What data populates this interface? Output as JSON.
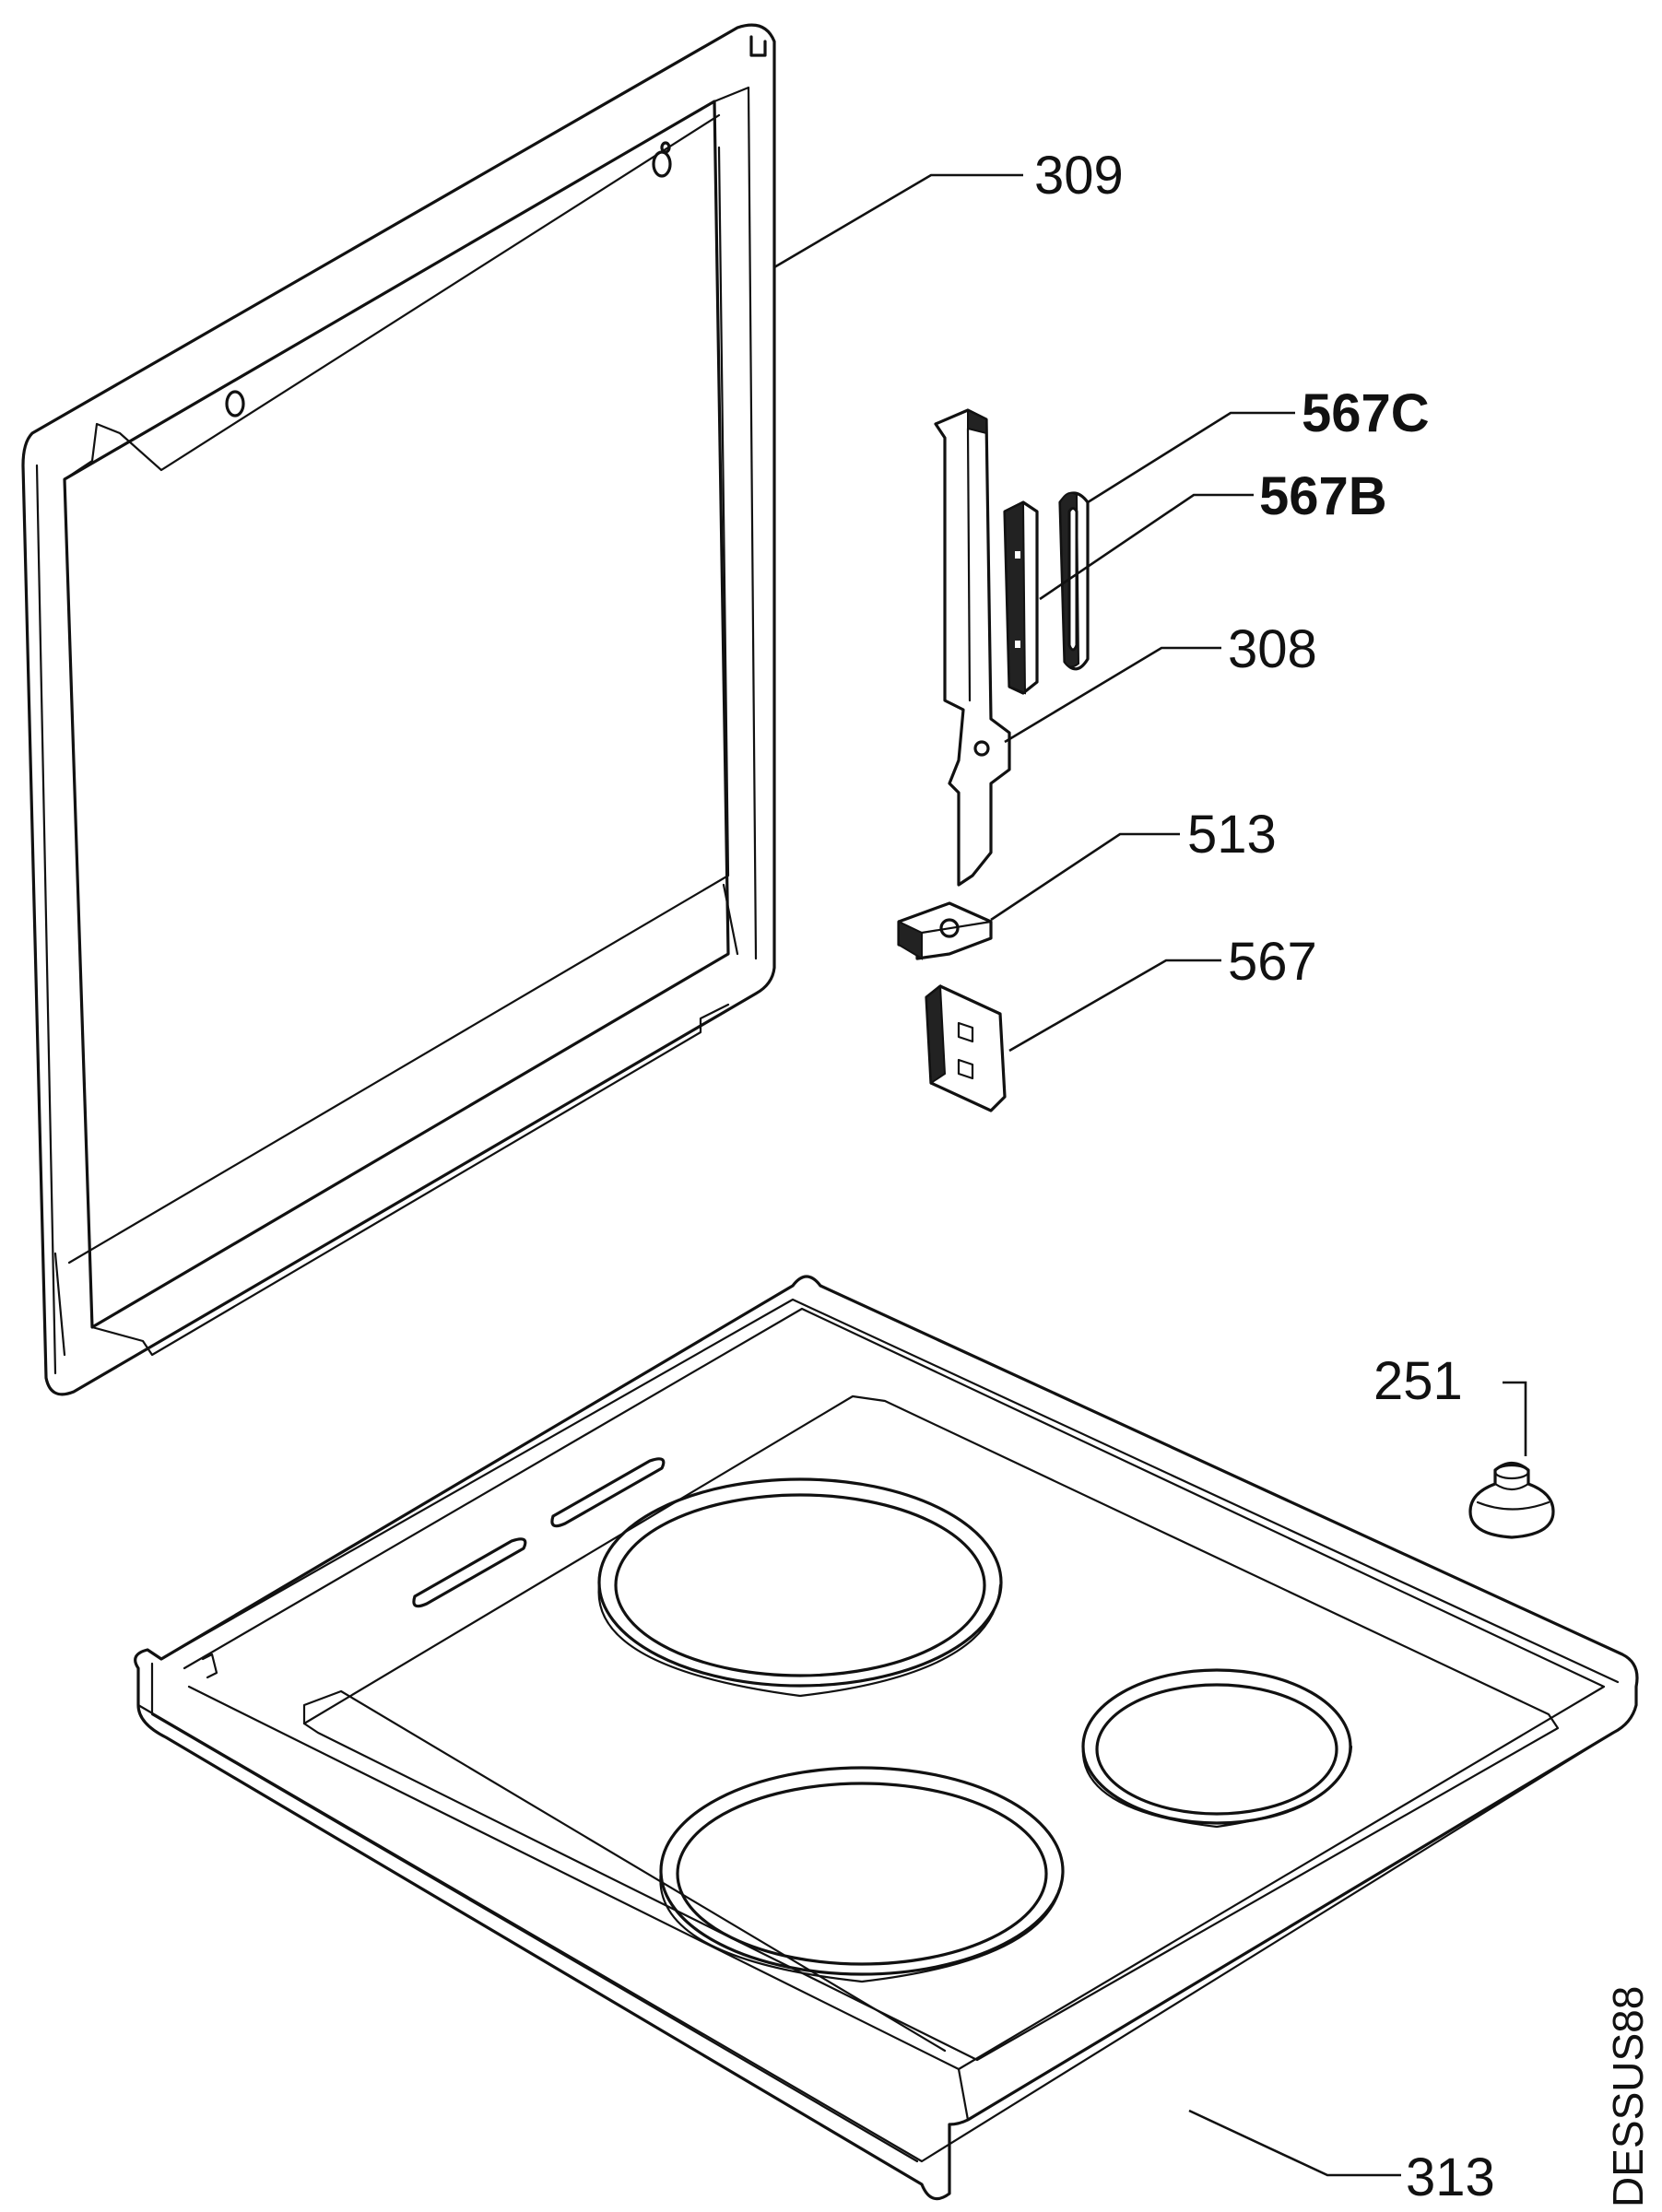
{
  "labels": {
    "lid": "309",
    "part_c": "567C",
    "part_b": "567B",
    "hinge": "308",
    "clip": "513",
    "plate": "567",
    "knob": "251",
    "hob": "313"
  },
  "drawing_code": "DESSUS88",
  "colors": {
    "ink": "#111111",
    "background": "#ffffff"
  }
}
